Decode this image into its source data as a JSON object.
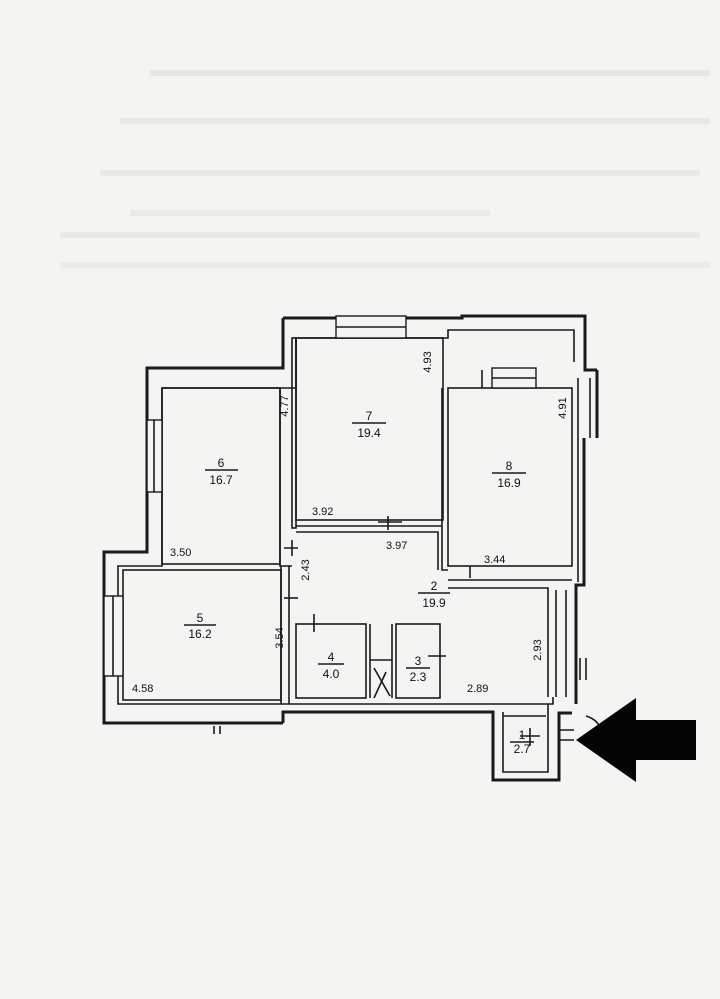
{
  "rooms": [
    {
      "id": "room-1",
      "number": "1",
      "area": "2.7"
    },
    {
      "id": "room-2",
      "number": "2",
      "area": "19.9"
    },
    {
      "id": "room-3",
      "number": "3",
      "area": "2.3"
    },
    {
      "id": "room-4",
      "number": "4",
      "area": "4.0"
    },
    {
      "id": "room-5",
      "number": "5",
      "area": "16.2"
    },
    {
      "id": "room-6",
      "number": "6",
      "area": "16.7"
    },
    {
      "id": "room-7",
      "number": "7",
      "area": "19.4"
    },
    {
      "id": "room-8",
      "number": "8",
      "area": "16.9"
    }
  ],
  "dimensions": {
    "d_4_77": "4.77",
    "d_4_93": "4.93",
    "d_4_91": "4.91",
    "d_3_92": "3.92",
    "d_3_97": "3.97",
    "d_3_50": "3.50",
    "d_3_44": "3.44",
    "d_2_43": "2.43",
    "d_3_54": "3.54",
    "d_2_93": "2.93",
    "d_2_89": "2.89",
    "d_4_58": "4.58"
  },
  "colors": {
    "background": "#f4f4f2",
    "ink": "#1a1a1a",
    "arrow": "#050505"
  },
  "icons": {
    "entrance": "arrow-left-icon"
  }
}
